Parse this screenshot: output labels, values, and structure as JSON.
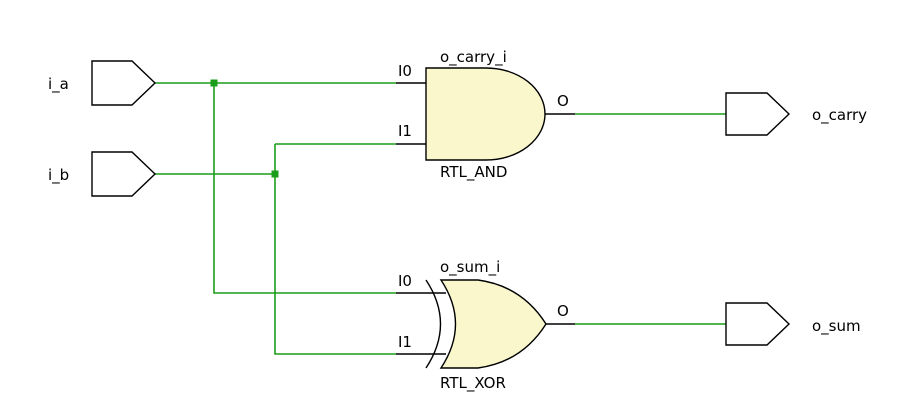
{
  "colors": {
    "wire": "#1a9e1a",
    "gate_fill": "#fbf7cc",
    "outline": "#000000",
    "background": "#ffffff"
  },
  "ports": {
    "inputs": [
      "i_a",
      "i_b"
    ],
    "outputs": [
      "o_carry",
      "o_sum"
    ]
  },
  "gates": {
    "and": {
      "instance": "o_carry_i",
      "type": "RTL_AND",
      "pin_i0": "I0",
      "pin_i1": "I1",
      "pin_o": "O"
    },
    "xor": {
      "instance": "o_sum_i",
      "type": "RTL_XOR",
      "pin_i0": "I0",
      "pin_i1": "I1",
      "pin_o": "O"
    }
  }
}
